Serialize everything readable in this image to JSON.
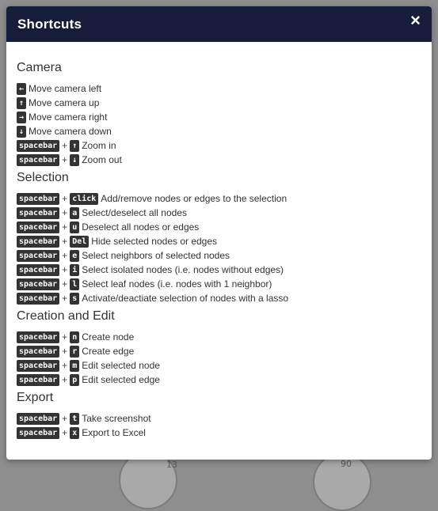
{
  "modal": {
    "title": "Shortcuts",
    "close_label": "×"
  },
  "sections": [
    {
      "title": "Camera",
      "items": [
        {
          "keys": [
            "←"
          ],
          "desc": "Move camera left"
        },
        {
          "keys": [
            "↑"
          ],
          "desc": "Move camera up"
        },
        {
          "keys": [
            "→"
          ],
          "desc": "Move camera right"
        },
        {
          "keys": [
            "↓"
          ],
          "desc": "Move camera down"
        },
        {
          "keys": [
            "spacebar",
            "↑"
          ],
          "desc": "Zoom in"
        },
        {
          "keys": [
            "spacebar",
            "↓"
          ],
          "desc": "Zoom out"
        }
      ]
    },
    {
      "title": "Selection",
      "items": [
        {
          "keys": [
            "spacebar",
            "click"
          ],
          "desc": "Add/remove nodes or edges to the selection"
        },
        {
          "keys": [
            "spacebar",
            "a"
          ],
          "desc": "Select/deselect all nodes"
        },
        {
          "keys": [
            "spacebar",
            "u"
          ],
          "desc": "Deselect all nodes or edges"
        },
        {
          "keys": [
            "spacebar",
            "Del"
          ],
          "desc": "Hide selected nodes or edges"
        },
        {
          "keys": [
            "spacebar",
            "e"
          ],
          "desc": "Select neighbors of selected nodes"
        },
        {
          "keys": [
            "spacebar",
            "i"
          ],
          "desc": "Select isolated nodes (i.e. nodes without edges)"
        },
        {
          "keys": [
            "spacebar",
            "l"
          ],
          "desc": "Select leaf nodes (i.e. nodes with 1 neighbor)"
        },
        {
          "keys": [
            "spacebar",
            "s"
          ],
          "desc": "Activate/deactiate selection of nodes with a lasso"
        }
      ]
    },
    {
      "title": "Creation and Edit",
      "items": [
        {
          "keys": [
            "spacebar",
            "n"
          ],
          "desc": "Create node"
        },
        {
          "keys": [
            "spacebar",
            "r"
          ],
          "desc": "Create edge"
        },
        {
          "keys": [
            "spacebar",
            "m"
          ],
          "desc": "Edit selected node"
        },
        {
          "keys": [
            "spacebar",
            "p"
          ],
          "desc": "Edit selected edge"
        }
      ]
    },
    {
      "title": "Export",
      "items": [
        {
          "keys": [
            "spacebar",
            "t"
          ],
          "desc": "Take screenshot"
        },
        {
          "keys": [
            "spacebar",
            "x"
          ],
          "desc": "Export to Excel"
        }
      ]
    }
  ],
  "background": {
    "labels": [
      "13",
      "90"
    ]
  },
  "colors": {
    "header_bg": "#171c3a",
    "kbd_bg": "#333333",
    "overlay": "#8e8e8e"
  }
}
